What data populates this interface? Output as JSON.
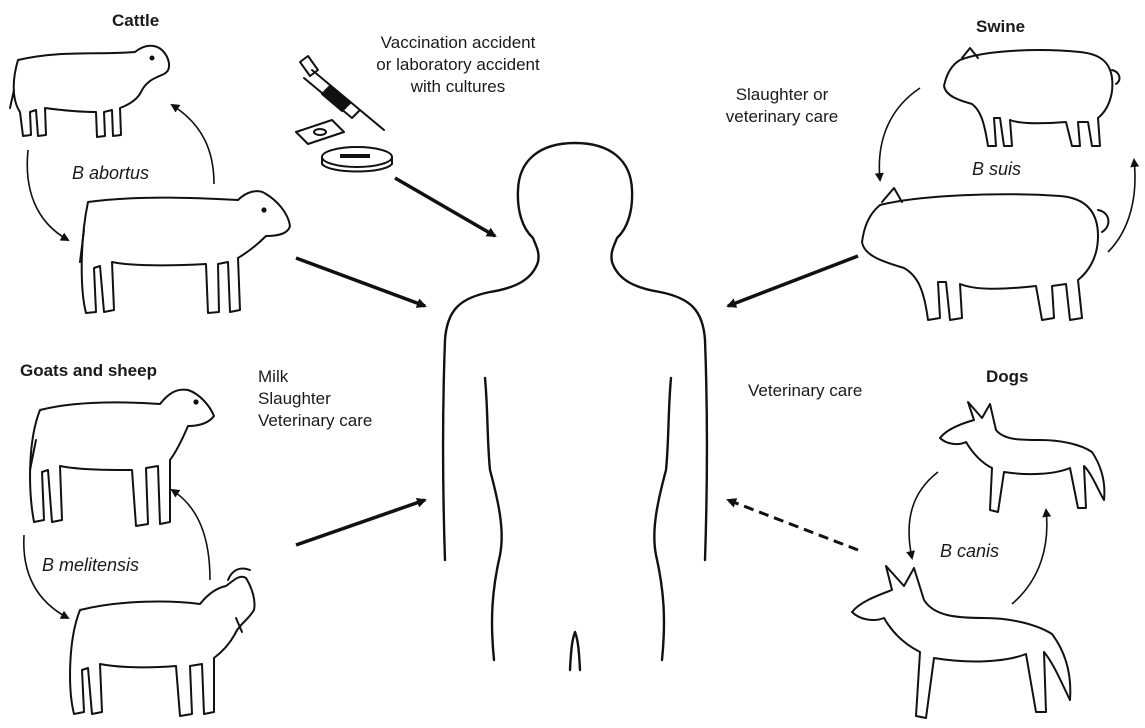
{
  "cattle": {
    "title": "Cattle",
    "species": "B abortus"
  },
  "swine": {
    "title": "Swine",
    "species": "B suis"
  },
  "goats": {
    "title": "Goats and sheep",
    "species": "B melitensis"
  },
  "dogs": {
    "title": "Dogs",
    "species": "B canis"
  },
  "routes": {
    "lab": [
      "Vaccination accident",
      "or laboratory accident",
      "with cultures"
    ],
    "swine": [
      "Slaughter or",
      "veterinary care"
    ],
    "goats": [
      "Milk",
      "Slaughter",
      "Veterinary care"
    ],
    "dogs": [
      "Veterinary care"
    ]
  }
}
